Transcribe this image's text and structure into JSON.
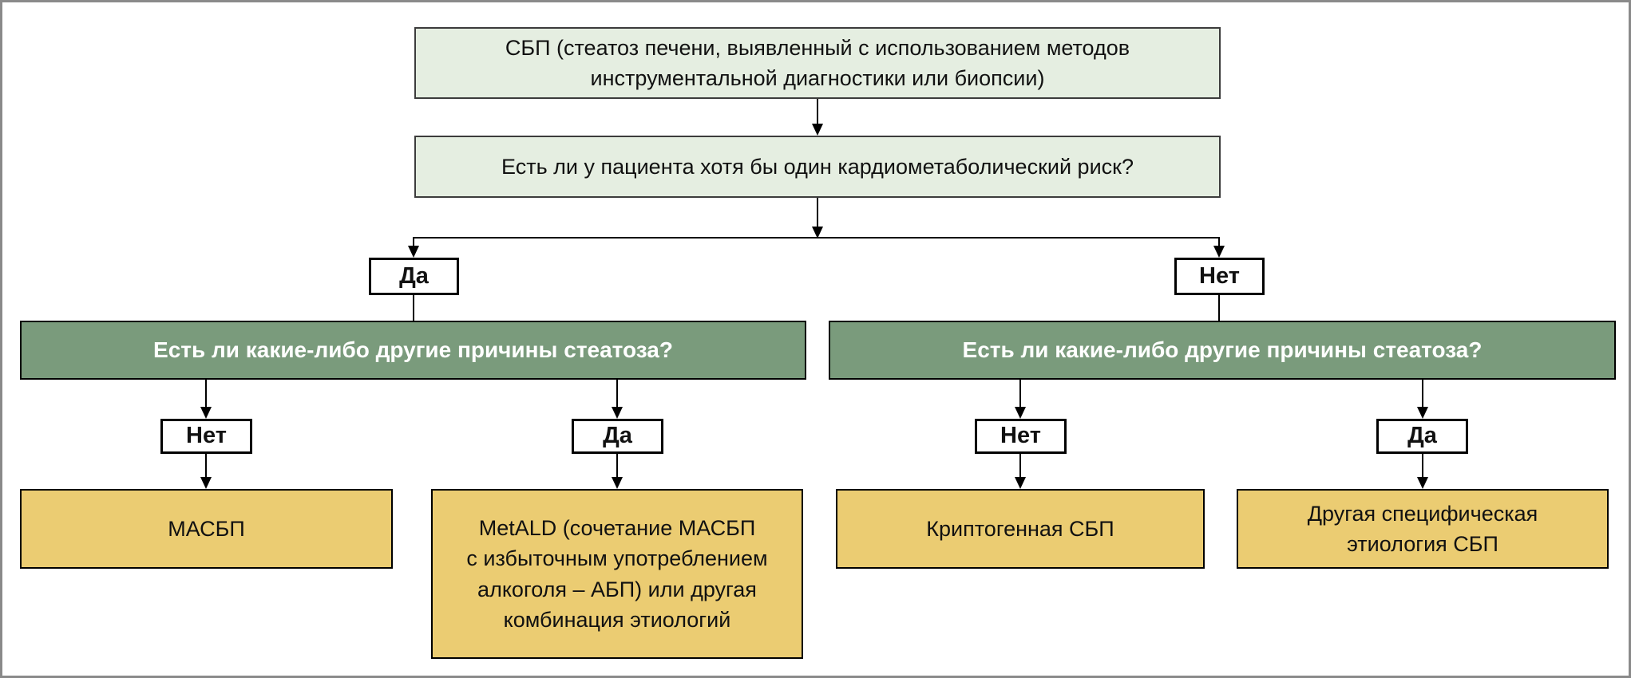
{
  "colors": {
    "canvas_bg": "#ffffff",
    "frame_color": "#8a8a8a",
    "light_green_fill": "#e5eee1",
    "dark_green_fill": "#7a9b7c",
    "yellow_fill": "#ebcc72",
    "line_color": "#000000",
    "box_border": "#3c3c3c",
    "text_dark": "#111111",
    "text_light": "#ffffff"
  },
  "nodes": {
    "root": "СБП (стеатоз печени, выявленный с использованием методов\nинструментальной диагностики или биопсии)",
    "cardiometabolic_question": "Есть ли у пациента хотя бы один кардиометаболический риск?",
    "yes_level1": "Да",
    "no_level1": "Нет",
    "other_causes_left": "Есть ли какие-либо другие причины стеатоза?",
    "other_causes_right": "Есть ли какие-либо другие причины стеатоза?",
    "no_left_branch": "Нет",
    "yes_left_branch": "Да",
    "no_right_branch": "Нет",
    "yes_right_branch": "Да",
    "outcome_masld": "МАСБП",
    "outcome_metald": "MetALD (сочетание МАСБП\nс избыточным употреблением\nалкоголя – АБП) или другая\nкомбинация этиологий",
    "outcome_cryptogenic": "Криптогенная СБП",
    "outcome_other_specific": "Другая специфическая\nэтиология СБП"
  }
}
